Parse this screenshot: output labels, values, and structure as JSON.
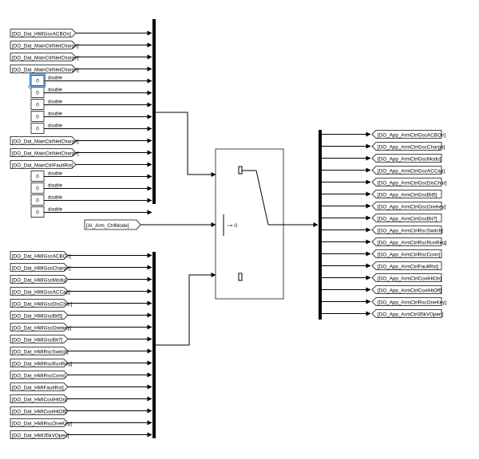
{
  "upper_from_tags": [
    "[DO_Dat_HMIGscACBOn]",
    "[DO_Dat_MainCtrlNetCharge]",
    "[DO_Dat_MainCtrlNetCharge]",
    "[DO_Dat_MainCtrlNetCharge]"
  ],
  "upper_constants": [
    {
      "value": "0",
      "type": "double"
    },
    {
      "value": "0",
      "type": "double"
    },
    {
      "value": "0",
      "type": "double"
    },
    {
      "value": "0",
      "type": "double"
    },
    {
      "value": "0",
      "type": "double"
    }
  ],
  "upper_from_tags_2": [
    "[DO_Dat_MainCtrlNetCharge]",
    "[DO_Dat_MainCtrlNetCharge]",
    "[DO_Dat_MainCtrlFaultRst]"
  ],
  "upper_constants_2": [
    {
      "value": "0",
      "type": "double"
    },
    {
      "value": "0",
      "type": "double"
    },
    {
      "value": "0",
      "type": "double"
    },
    {
      "value": "0",
      "type": "double"
    }
  ],
  "mode_tag": "[AI_Arm_CtrlMode]",
  "switch_threshold": "~= 0",
  "lower_from_tags": [
    "[DO_Dat_HMIGscACBOn]",
    "[DO_Dat_HMIGscCharge]",
    "[DO_Dat_HMIGscModu]",
    "[DO_Dat_HMIGscACCap]",
    "[DO_Dat_HMIGscDisChar]",
    "[DO_Dat_HMIGscBit5]",
    "[DO_Dat_HMIGscOnekey]",
    "[DO_Dat_HMIGscBit7]",
    "[DO_Dat_HMIRscSwitch]",
    "[DO_Dat_HMIRscRunReq]",
    "[DO_Dat_HMIRscConn]",
    "[DO_Dat_HMIFaultRst]",
    "[DO_Dat_HMICoolHtOn]",
    "[DO_Dat_HMICoolHtOff]",
    "[DO_Dat_HMIRscOneKey]",
    "[DO_Dat_HMI35kVOpen]"
  ],
  "goto_tags": [
    "[DO_App_ArmCtrlGscACBOn]",
    "[DO_App_ArmCtrlGscCharge]",
    "[DO_App_ArmCtrlGscModu]",
    "[DO_App_ArmCtrlGscACCap]",
    "[DO_App_ArmCtrlGscDisChar]",
    "[DO_App_ArmCtrlGscBit5]",
    "[DO_App_ArmCtrlGscOnekey]",
    "[DO_App_ArmCtrlGscBit7]",
    "[DO_App_ArmCtrlRscSwitch]",
    "[DO_App_ArmCtrlRscRunReq]",
    "[DO_App_ArmCtrlRscConn]",
    "[DO_App_ArmCtrlFaultRst]",
    "[DO_App_ArmCtrlCoolHtOn]",
    "[DO_App_ArmCtrlCoolHtOff]",
    "[DO_App_ArmCtrlRscOneKey]",
    "[DO_App_ArmCtrl35kVOpen]"
  ]
}
